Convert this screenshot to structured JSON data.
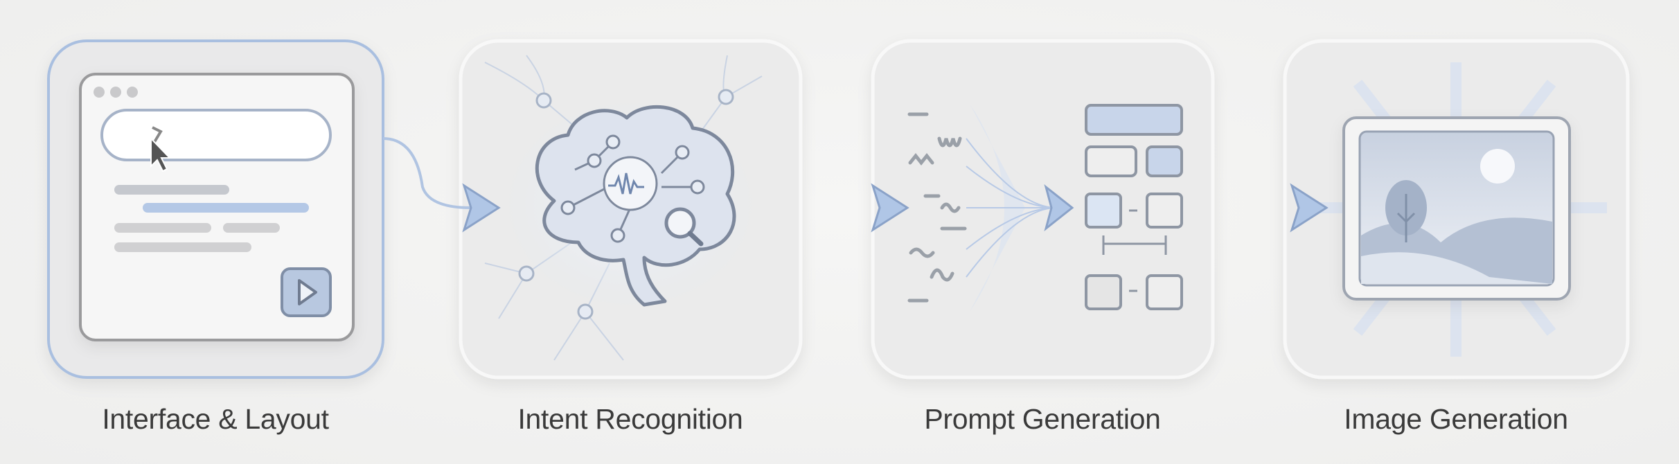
{
  "stages": [
    {
      "label": "Interface & Layout",
      "icon": "browser-window-icon"
    },
    {
      "label": "Intent Recognition",
      "icon": "brain-icon"
    },
    {
      "label": "Prompt Generation",
      "icon": "prompt-flow-icon"
    },
    {
      "label": "Image Generation",
      "icon": "landscape-image-icon"
    }
  ],
  "colors": {
    "accent": "#a9c1e3",
    "stroke": "#8e98a8",
    "panel": "#ececec"
  }
}
